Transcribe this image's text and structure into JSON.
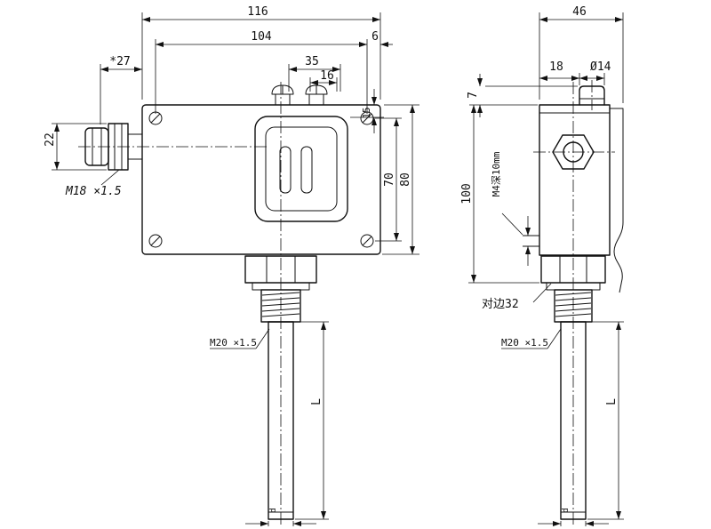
{
  "colors": {
    "line": "#111111",
    "background": "#ffffff"
  },
  "front_view": {
    "labels": {
      "overall_width": "116",
      "mount_hole_spacing_h": "104",
      "edge_offset": "6",
      "terminal_screw_span": "35",
      "terminal_screw_gap": "16",
      "gland_projection": "*27",
      "gland_height": "22",
      "gland_thread": "M18 ×1.5",
      "window_top_offset": "15",
      "mount_hole_spacing_v": "70",
      "body_height": "80",
      "stem_thread": "M20 ×1.5",
      "probe_length": "L",
      "probe_dia": "d"
    }
  },
  "side_view": {
    "labels": {
      "overall_depth": "46",
      "button_offset": "18",
      "button_dia": "Ø14",
      "button_height": "7",
      "mount_height": "100",
      "side_tapped_hole": "M4深10mm",
      "hex_across_flats": "对边32",
      "stem_thread": "M20 ×1.5",
      "probe_length": "L",
      "probe_dia": "d"
    }
  }
}
